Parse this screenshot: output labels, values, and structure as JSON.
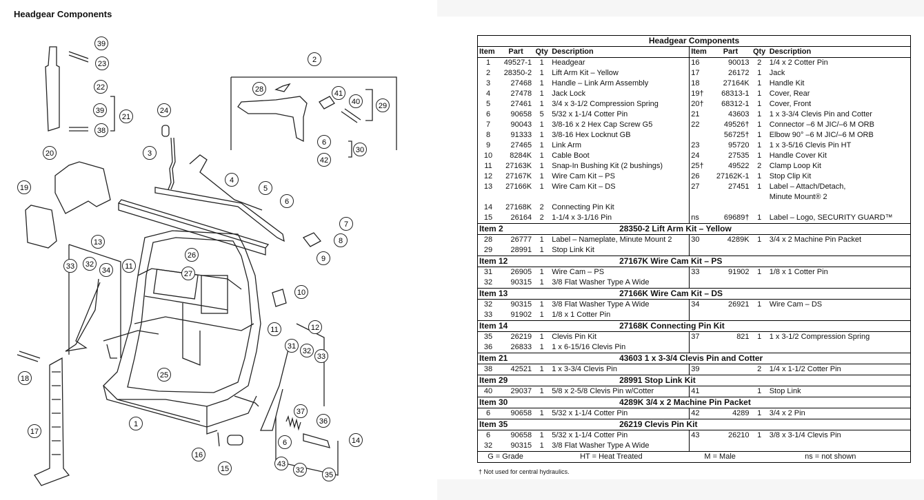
{
  "page_title": "Headgear Components",
  "table": {
    "title": "Headgear Components",
    "columns": [
      "Item",
      "Part",
      "Qty",
      "Description",
      "Item",
      "Part",
      "Qty",
      "Description"
    ],
    "main_rows": [
      [
        "1",
        "49527-1",
        "1",
        "Headgear",
        "16",
        "90013",
        "2",
        "1/4 x 2 Cotter Pin"
      ],
      [
        "2",
        "28350-2",
        "1",
        "Lift Arm Kit – Yellow",
        "17",
        "26172",
        "1",
        "Jack"
      ],
      [
        "3",
        "27468",
        "1",
        "Handle – Link Arm Assembly",
        "18",
        "27164K",
        "1",
        "Handle Kit"
      ],
      [
        "4",
        "27478",
        "1",
        "Jack Lock",
        "19†",
        "68313-1",
        "1",
        "Cover, Rear"
      ],
      [
        "5",
        "27461",
        "1",
        "3/4 x 3-1/2 Compression Spring",
        "20†",
        "68312-1",
        "1",
        "Cover, Front"
      ],
      [
        "6",
        "90658",
        "5",
        "5/32 x 1-1/4 Cotter Pin",
        "21",
        "43603",
        "1",
        "1 x 3-3/4 Clevis Pin and Cotter"
      ],
      [
        "7",
        "90043",
        "1",
        "3/8-16 x 2 Hex Cap Screw G5",
        "22",
        "49526†",
        "1",
        "Connector –6 M JIC/–6 M ORB"
      ],
      [
        "8",
        "91333",
        "1",
        "3/8-16 Hex Locknut GB",
        "",
        "56725†",
        "1",
        "Elbow 90° –6 M JIC/–6 M ORB"
      ],
      [
        "9",
        "27465",
        "1",
        "Link Arm",
        "23",
        "95720",
        "1",
        "1 x 3-5/16 Clevis Pin HT"
      ],
      [
        "10",
        "8284K",
        "1",
        "Cable Boot",
        "24",
        "27535",
        "1",
        "Handle Cover Kit"
      ],
      [
        "11",
        "27163K",
        "1",
        "Snap-In Bushing Kit (2 bushings)",
        "25†",
        "49522",
        "2",
        "Clamp Loop Kit"
      ],
      [
        "12",
        "27167K",
        "1",
        "Wire Cam Kit – PS",
        "26",
        "27162K-1",
        "1",
        "Stop Clip Kit"
      ],
      [
        "13",
        "27166K",
        "1",
        "Wire Cam Kit – DS",
        "27",
        "27451",
        "1",
        "Label – Attach/Detach,"
      ],
      [
        "",
        "",
        "",
        "",
        "",
        "",
        "",
        "Minute Mount® 2"
      ],
      [
        "14",
        "27168K",
        "2",
        "Connecting Pin Kit",
        "",
        "",
        "",
        ""
      ],
      [
        "15",
        "26164",
        "2",
        "1-1/4 x 3-1/16 Pin",
        "ns",
        "69689†",
        "1",
        "Label – Logo, SECURITY GUARD™"
      ]
    ],
    "sections": [
      {
        "item": "Item 2",
        "title": "28350-2  Lift Arm Kit – Yellow",
        "rows": [
          [
            "28",
            "26777",
            "1",
            "Label – Nameplate, Minute Mount 2",
            "30",
            "4289K",
            "1",
            "3/4 x 2 Machine Pin Packet"
          ],
          [
            "29",
            "28991",
            "1",
            "Stop Link Kit",
            "",
            "",
            "",
            ""
          ]
        ]
      },
      {
        "item": "Item 12",
        "title": "27167K  Wire Cam Kit – PS",
        "rows": [
          [
            "31",
            "26905",
            "1",
            "Wire Cam – PS",
            "33",
            "91902",
            "1",
            "1/8 x 1 Cotter Pin"
          ],
          [
            "32",
            "90315",
            "1",
            "3/8 Flat Washer Type A Wide",
            "",
            "",
            "",
            ""
          ]
        ]
      },
      {
        "item": "Item 13",
        "title": "27166K  Wire Cam Kit – DS",
        "rows": [
          [
            "32",
            "90315",
            "1",
            "3/8 Flat Washer Type A Wide",
            "34",
            "26921",
            "1",
            "Wire Cam – DS"
          ],
          [
            "33",
            "91902",
            "1",
            "1/8 x 1 Cotter Pin",
            "",
            "",
            "",
            ""
          ]
        ]
      },
      {
        "item": "Item 14",
        "title": "27168K  Connecting Pin Kit",
        "rows": [
          [
            "35",
            "26219",
            "1",
            "Clevis Pin Kit",
            "37",
            "821",
            "1",
            "1 x 3-1/2 Compression Spring"
          ],
          [
            "36",
            "26833",
            "1",
            "1 x 6-15/16 Clevis Pin",
            "",
            "",
            "",
            ""
          ]
        ]
      },
      {
        "item": "Item 21",
        "title": "43603  1 x 3-3/4 Clevis Pin and Cotter",
        "rows": [
          [
            "38",
            "42521",
            "1",
            "1 x 3-3/4 Clevis Pin",
            "39",
            "",
            "2",
            "1/4 x 1-1/2 Cotter Pin"
          ]
        ]
      },
      {
        "item": "Item 29",
        "title": "28991  Stop Link Kit",
        "rows": [
          [
            "40",
            "29037",
            "1",
            "5/8 x 2-5/8 Clevis Pin w/Cotter",
            "41",
            "",
            "1",
            "Stop Link"
          ]
        ]
      },
      {
        "item": "Item 30",
        "title": "4289K  3/4 x 2 Machine Pin Packet",
        "rows": [
          [
            "6",
            "90658",
            "1",
            "5/32 x 1-1/4 Cotter Pin",
            "42",
            "4289",
            "1",
            "3/4 x 2 Pin"
          ]
        ]
      },
      {
        "item": "Item 35",
        "title": "26219  Clevis Pin Kit",
        "rows": [
          [
            "6",
            "90658",
            "1",
            "5/32 x 1-1/4 Cotter Pin",
            "43",
            "26210",
            "1",
            "3/8 x 3-1/4 Clevis Pin"
          ],
          [
            "32",
            "90315",
            "1",
            "3/8 Flat Washer Type A Wide",
            "",
            "",
            "",
            ""
          ]
        ]
      }
    ],
    "legend": [
      "G = Grade",
      "HT = Heat Treated",
      "M = Male",
      "ns = not shown"
    ],
    "footnote": "† Not used for central hydraulics."
  },
  "diagram": {
    "callouts": [
      "1",
      "2",
      "3",
      "4",
      "5",
      "6",
      "6",
      "6",
      "7",
      "8",
      "9",
      "10",
      "11",
      "11",
      "12",
      "13",
      "14",
      "15",
      "16",
      "17",
      "18",
      "19",
      "20",
      "21",
      "22",
      "23",
      "24",
      "25",
      "26",
      "27",
      "28",
      "29",
      "30",
      "31",
      "32",
      "32",
      "32",
      "33",
      "33",
      "34",
      "35",
      "36",
      "37",
      "38",
      "39",
      "39",
      "40",
      "41",
      "42",
      "43"
    ]
  }
}
